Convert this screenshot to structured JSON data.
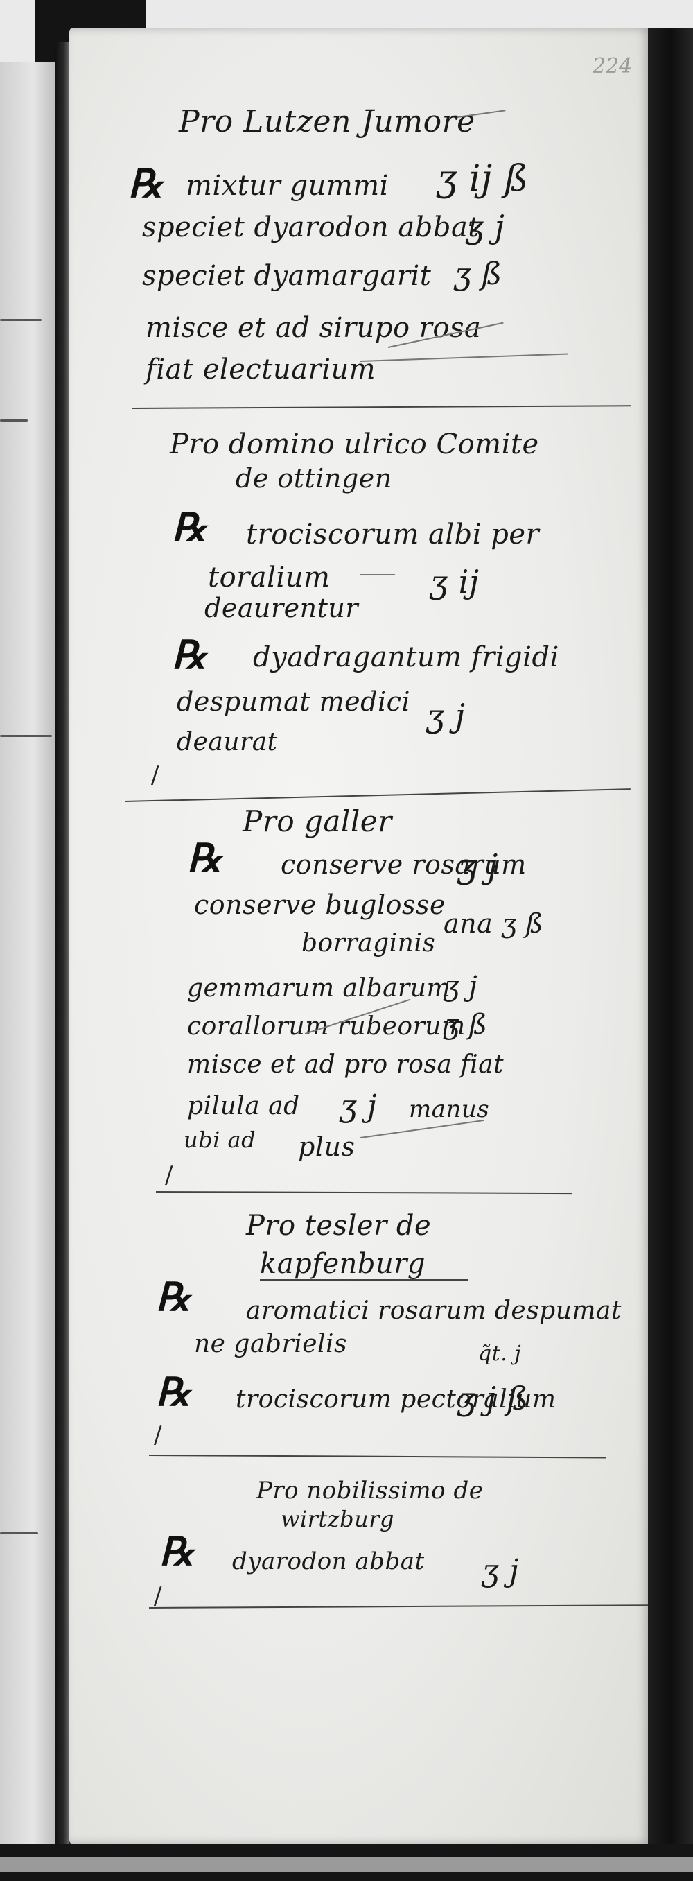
{
  "folio": "224",
  "sections": [
    {
      "heading": "Pro Lutzen Jumore",
      "lines": [
        "mixtur gummi",
        "speciet dyarodon abbat",
        "speciet dyamargarit",
        "misce et ad sirupo rosa",
        "fiat electuarium"
      ],
      "quantities": [
        "ʒ ij ß",
        "ʒ j",
        "ʒ ß"
      ]
    },
    {
      "heading": "Pro domino ulrico Comite",
      "heading2": "de ottingen",
      "lines": [
        "trociscorum albi per",
        "toralium",
        "deaurentur",
        "dyadragantum frigidi",
        "despumat medici",
        "deaurat"
      ],
      "quantities": [
        "ʒ ij",
        "ʒ j"
      ]
    },
    {
      "heading": "Pro galler",
      "lines": [
        "conserve rosarum",
        "conserve buglosse",
        "borraginis",
        "gemmarum albarum",
        "corallorum rubeorum",
        "misce et ad pro rosa fiat",
        "pilula ad",
        "manus",
        "ubi ad",
        "plus"
      ],
      "quantities": [
        "ʒ j",
        "ana ʒ ß",
        "ʒ j",
        "ʒ ß",
        "ʒ j"
      ]
    },
    {
      "heading": "Pro tesler de",
      "heading2": "kapfenburg",
      "lines": [
        "aromatici rosarum despumat",
        "ne gabrielis",
        "q̃t. j",
        "trociscorum pectoralium"
      ],
      "quantities": [
        "ʒ j ß"
      ]
    },
    {
      "heading": "Pro nobilissimo de",
      "heading2": "wirtzburg",
      "lines": [
        "dyarodon abbat"
      ],
      "quantities": [
        "ʒ j"
      ]
    }
  ],
  "rx_symbol": "℞",
  "tick_mark": "/"
}
